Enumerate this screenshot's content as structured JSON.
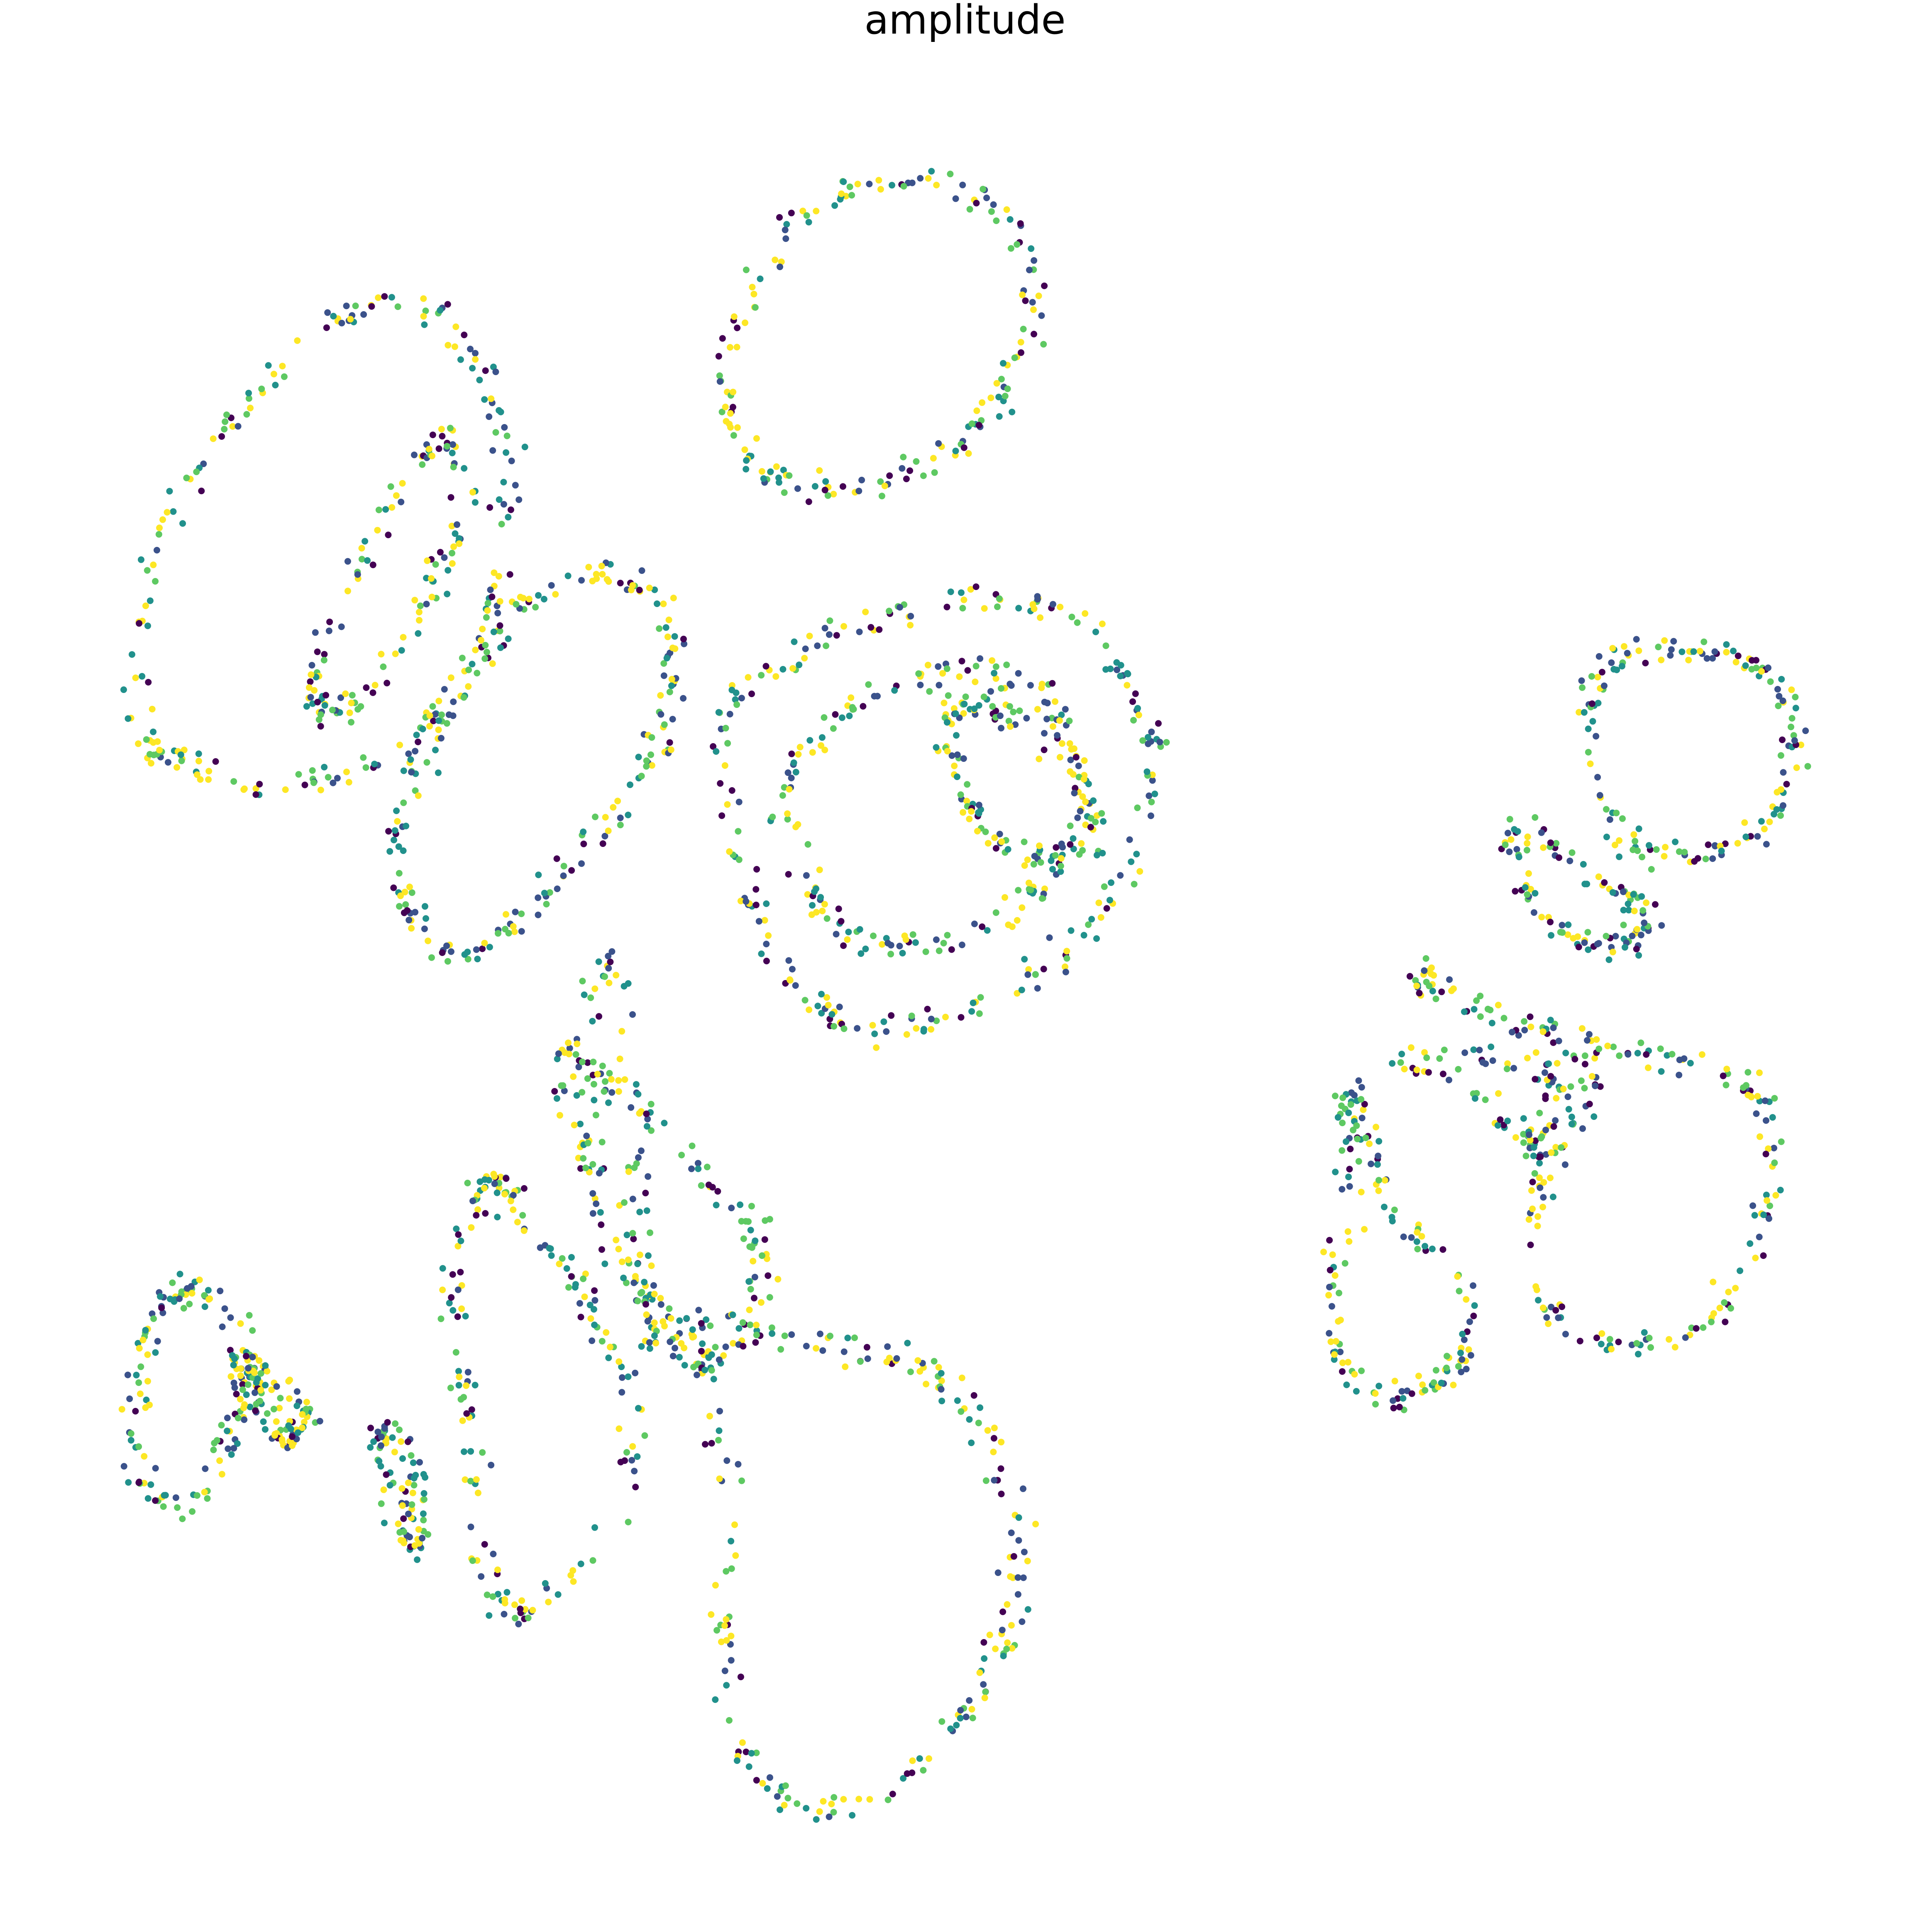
{
  "chart_data": {
    "type": "scatter",
    "title": "amplitude",
    "xlabel": "",
    "ylabel": "",
    "axes_visible": false,
    "grid": false,
    "legend": "none",
    "colormap": "viridis",
    "color_scale": [
      "#440154",
      "#3b528b",
      "#21918c",
      "#5ec962",
      "#fde725"
    ],
    "xlim": [
      0,
      100
    ],
    "ylim": [
      0,
      100
    ],
    "series": [
      {
        "values": [
          [
            5,
            64
          ],
          [
            6,
            74
          ],
          [
            11,
            82
          ],
          [
            17,
            87
          ],
          [
            22,
            86
          ],
          [
            25,
            79
          ],
          [
            24,
            70
          ],
          [
            20,
            63
          ],
          [
            14,
            61
          ],
          [
            8,
            62
          ]
        ]
      },
      {
        "values": [
          [
            15,
            69
          ],
          [
            19,
            77
          ],
          [
            22,
            80
          ],
          [
            22,
            74
          ],
          [
            18,
            67
          ],
          [
            15,
            65
          ]
        ]
      },
      {
        "values": [
          [
            19,
            57
          ],
          [
            22,
            65
          ],
          [
            28,
            72
          ],
          [
            33,
            71
          ],
          [
            34,
            66
          ],
          [
            32,
            61
          ],
          [
            28,
            56
          ],
          [
            24,
            52
          ],
          [
            21,
            52
          ]
        ]
      },
      {
        "values": [
          [
            37,
            84
          ],
          [
            41,
            92
          ],
          [
            48,
            94
          ],
          [
            53,
            91
          ],
          [
            53,
            84
          ],
          [
            49,
            79
          ],
          [
            43,
            77
          ],
          [
            38,
            79
          ]
        ]
      },
      {
        "values": [
          [
            37,
            64
          ],
          [
            41,
            68
          ],
          [
            49,
            71
          ],
          [
            56,
            70
          ],
          [
            60,
            64
          ],
          [
            59,
            57
          ],
          [
            55,
            51
          ],
          [
            49,
            48
          ],
          [
            43,
            48
          ],
          [
            39,
            53
          ]
        ]
      },
      {
        "values": [
          [
            40,
            60
          ],
          [
            44,
            65
          ],
          [
            50,
            67
          ],
          [
            55,
            65
          ],
          [
            56,
            59
          ],
          [
            53,
            54
          ],
          [
            48,
            52
          ],
          [
            43,
            53
          ]
        ]
      },
      {
        "values": [
          [
            49,
            64
          ],
          [
            50,
            60
          ],
          [
            53,
            57
          ],
          [
            57,
            58
          ],
          [
            55,
            63
          ],
          [
            51,
            65
          ]
        ]
      },
      {
        "values": [
          [
            84,
            65
          ],
          [
            86,
            68
          ],
          [
            91,
            68
          ],
          [
            95,
            65
          ],
          [
            94,
            59
          ],
          [
            90,
            57
          ],
          [
            86,
            58
          ]
        ]
      },
      {
        "values": [
          [
            80,
            58
          ],
          [
            84,
            56
          ],
          [
            87,
            54
          ],
          [
            86,
            52
          ],
          [
            82,
            53
          ]
        ]
      },
      {
        "values": [
          [
            75,
            50
          ],
          [
            80,
            48
          ],
          [
            86,
            46
          ],
          [
            92,
            45
          ],
          [
            94,
            40
          ],
          [
            92,
            33
          ],
          [
            87,
            30
          ],
          [
            82,
            32
          ],
          [
            81,
            38
          ],
          [
            84,
            45
          ]
        ]
      },
      {
        "values": [
          [
            71,
            44
          ],
          [
            73,
            38
          ],
          [
            77,
            33
          ],
          [
            77,
            29
          ],
          [
            73,
            27
          ],
          [
            70,
            31
          ],
          [
            71,
            38
          ]
        ]
      },
      {
        "values": [
          [
            5,
            29
          ],
          [
            7,
            33
          ],
          [
            10,
            31
          ],
          [
            10,
            26
          ],
          [
            8,
            21
          ],
          [
            5,
            23
          ]
        ]
      },
      {
        "values": [
          [
            11,
            29
          ],
          [
            12,
            28
          ],
          [
            14,
            26
          ],
          [
            13,
            25
          ],
          [
            11,
            27
          ]
        ]
      },
      {
        "values": [
          [
            24,
            39
          ],
          [
            26,
            37
          ],
          [
            30,
            31
          ],
          [
            32,
            24
          ],
          [
            27,
            16
          ],
          [
            24,
            17
          ],
          [
            23,
            25
          ],
          [
            22,
            33
          ]
        ]
      },
      {
        "values": [
          [
            35,
            31
          ],
          [
            41,
            30
          ],
          [
            47,
            29
          ],
          [
            51,
            25
          ],
          [
            53,
            18
          ],
          [
            50,
            10
          ],
          [
            44,
            5
          ],
          [
            39,
            6
          ],
          [
            37,
            13
          ],
          [
            37,
            23
          ]
        ]
      },
      {
        "values": [
          [
            18,
            25
          ],
          [
            19,
            21
          ],
          [
            20,
            19
          ],
          [
            20,
            23
          ]
        ]
      },
      {
        "values": [
          [
            31,
            51
          ],
          [
            29,
            43
          ],
          [
            32,
            35
          ],
          [
            33,
            31
          ]
        ]
      },
      {
        "values": [
          [
            28,
            46
          ],
          [
            31,
            44
          ],
          [
            35,
            40
          ],
          [
            39,
            35
          ],
          [
            36,
            29
          ],
          [
            33,
            32
          ],
          [
            30,
            37
          ]
        ]
      },
      {
        "values": [
          [
            74,
            46
          ],
          [
            79,
            43
          ],
          [
            81,
            41
          ],
          [
            82,
            45
          ]
        ]
      }
    ]
  }
}
